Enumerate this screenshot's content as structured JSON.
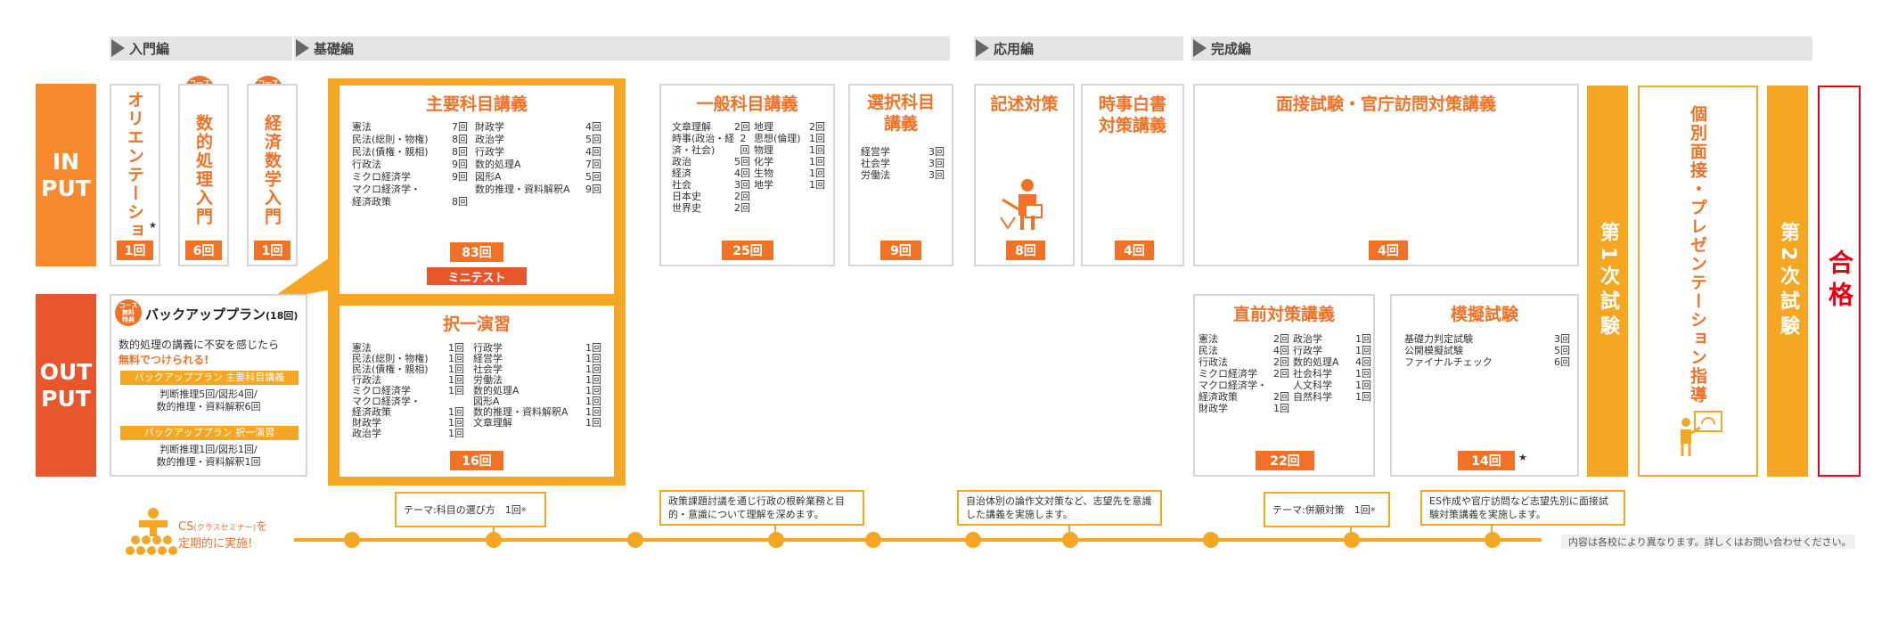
{
  "phases": [
    "入門編",
    "基礎編",
    "応用編",
    "完成編"
  ],
  "side": {
    "input": [
      "IN",
      "PUT"
    ],
    "output": [
      "OUT",
      "PUT"
    ]
  },
  "intro": [
    {
      "title": "オリエンテーション",
      "star": "★",
      "count": "1回",
      "badge": false
    },
    {
      "title": "数的処理入門",
      "count": "6回",
      "badge": true
    },
    {
      "title": "経済数学入門",
      "count": "1回",
      "badge": true
    }
  ],
  "badge_text": [
    "コース",
    "無料",
    "特典"
  ],
  "main": {
    "title": "主要科目講義",
    "left": [
      [
        "憲法",
        "7回"
      ],
      [
        "民法(総則・物権)",
        "8回"
      ],
      [
        "民法(債権・親相)",
        "8回"
      ],
      [
        "行政法",
        "9回"
      ],
      [
        "ミクロ経済学",
        "9回"
      ],
      [
        "マクロ経済学・",
        ""
      ],
      [
        "経済政策",
        "8回"
      ]
    ],
    "right": [
      [
        "財政学",
        "4回"
      ],
      [
        "政治学",
        "5回"
      ],
      [
        "行政学",
        "4回"
      ],
      [
        "数的処理A",
        "7回"
      ],
      [
        "図形A",
        "5回"
      ],
      [
        "数的推理・資料解釈A",
        "9回"
      ]
    ],
    "count": "83回",
    "mini": "ミニテスト"
  },
  "drill": {
    "title": "択一演習",
    "left": [
      [
        "憲法",
        "1回"
      ],
      [
        "民法(総則・物権)",
        "1回"
      ],
      [
        "民法(債権・親相)",
        "1回"
      ],
      [
        "行政法",
        "1回"
      ],
      [
        "ミクロ経済学",
        "1回"
      ],
      [
        "マクロ経済学・",
        ""
      ],
      [
        "経済政策",
        "1回"
      ],
      [
        "財政学",
        "1回"
      ],
      [
        "政治学",
        "1回"
      ]
    ],
    "right": [
      [
        "行政学",
        "1回"
      ],
      [
        "経営学",
        "1回"
      ],
      [
        "社会学",
        "1回"
      ],
      [
        "労働法",
        "1回"
      ],
      [
        "数的処理A",
        "1回"
      ],
      [
        "図形A",
        "1回"
      ],
      [
        "数的推理・資料解釈A",
        "1回"
      ],
      [
        "文章理解",
        "1回"
      ]
    ],
    "count": "16回"
  },
  "general": {
    "title": "一般科目講義",
    "left": [
      [
        "文章理解",
        "2回"
      ],
      [
        "時事(政治・経済・社会)",
        "2回"
      ],
      [
        "政治",
        "5回"
      ],
      [
        "経済",
        "4回"
      ],
      [
        "社会",
        "3回"
      ],
      [
        "日本史",
        "2回"
      ],
      [
        "世界史",
        "2回"
      ]
    ],
    "right": [
      [
        "地理",
        "2回"
      ],
      [
        "思想(倫理)",
        "1回"
      ],
      [
        "物理",
        "1回"
      ],
      [
        "化学",
        "1回"
      ],
      [
        "生物",
        "1回"
      ],
      [
        "地学",
        "1回"
      ]
    ],
    "count": "25回"
  },
  "elective": {
    "title": "選択科目講義",
    "items": [
      [
        "経営学",
        "3回"
      ],
      [
        "社会学",
        "3回"
      ],
      [
        "労働法",
        "3回"
      ]
    ],
    "count": "9回"
  },
  "essay": {
    "title": "記述対策",
    "count": "8回"
  },
  "whitepaper": {
    "title": "時事白書対策講義",
    "count": "4回"
  },
  "interview": {
    "title": "面接試験・官庁訪問対策講義",
    "count": "4回"
  },
  "final": {
    "title": "直前対策講義",
    "left": [
      [
        "憲法",
        "2回"
      ],
      [
        "民法",
        "4回"
      ],
      [
        "行政法",
        "2回"
      ],
      [
        "ミクロ経済学",
        "2回"
      ],
      [
        "マクロ経済学・",
        ""
      ],
      [
        "経済政策",
        "2回"
      ],
      [
        "財政学",
        "1回"
      ]
    ],
    "right": [
      [
        "政治学",
        "1回"
      ],
      [
        "行政学",
        "1回"
      ],
      [
        "数的処理A",
        "4回"
      ],
      [
        "社会科学",
        "1回"
      ],
      [
        "人文科学",
        "1回"
      ],
      [
        "自然科学",
        "1回"
      ]
    ],
    "count": "22回"
  },
  "mock": {
    "title": "模擬試験",
    "items": [
      [
        "基礎力判定試験",
        "3回"
      ],
      [
        "公開模擬試験",
        "5回"
      ],
      [
        "ファイナルチェック",
        "6回"
      ]
    ],
    "count": "14回",
    "star": "★"
  },
  "exam1": "第1次試験",
  "personal": "個別面接・プレゼンテーション指導",
  "exam2": "第2次試験",
  "pass": "合格",
  "backup": {
    "title": "バックアッププラン",
    "sessions": "(18回)",
    "line1": "数的処理の講義に不安を感じたら",
    "line2": "無料でつけられる!",
    "plan1": "バックアッププラン 主要科目講義",
    "plan1_detail": [
      "判断推理5回/図形4回/",
      "数的推理・資料解釈6回"
    ],
    "plan2": "バックアッププラン 択一演習",
    "plan2_detail": [
      "判断推理1回/図形1回/",
      "数的推理・資料解釈1回"
    ]
  },
  "seminar": {
    "line1_a": "CS",
    "line1_b": "(クラスセミナー)",
    "line1_c": "を",
    "line2": "定期的に実施!"
  },
  "notes": [
    {
      "text": "テーマ:科目の選び方　1回",
      "sup": "※"
    },
    {
      "text": "政策課題討議を通じ行政の根幹業務と目的・意識について理解を深めます。"
    },
    {
      "text": "自治体別の論作文対策など、志望先を意識した講義を実施します。"
    },
    {
      "text": "テーマ:併願対策　1回",
      "sup": "※"
    },
    {
      "text": "ES作成や官庁訪問など志望先別に面接試験対策講義を実施します。"
    }
  ],
  "disclaimer": "内容は各校により異なります。詳しくはお問い合わせください。",
  "colors": {
    "orange": "#f07227",
    "light_orange": "#f5a623",
    "red": "#e60012",
    "input_bg": "#f7892e",
    "output_bg": "#e8562b"
  }
}
